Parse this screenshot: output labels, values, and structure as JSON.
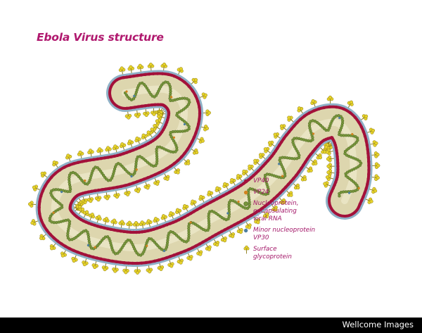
{
  "title": "Ebola Virus structure",
  "legend": [
    {
      "key": "vp40",
      "label": "VP40",
      "icon": "dot-icon",
      "color": "#a3113a"
    },
    {
      "key": "vp24",
      "label": "VP24",
      "icon": "dot-icon",
      "color": "#d2821e"
    },
    {
      "key": "np",
      "label": "Nucleoprotein,\nencapsulating\nviral RNA",
      "icon": "coil-icon",
      "color": "#78963c"
    },
    {
      "key": "minor",
      "label": "Minor nucleoprotein\nVP30",
      "icon": "dot-icon",
      "color": "#4d7fa0"
    },
    {
      "key": "gp",
      "label": "Surface\nglycoprotein",
      "icon": "glycoprotein-icon",
      "color": "#e6d22a"
    }
  ],
  "credit": "Wellcome Images",
  "colors": {
    "title": "#b0186e",
    "legend_text": "#a31668",
    "body_fill": "#ddd6ae",
    "envelope": "#8fb1c7",
    "matrix": "#a3113a",
    "coil": "#78963c",
    "coil_dark": "#4f6a22",
    "glyco": "#e6d22a",
    "glyco_stroke": "#8a7a14",
    "footer_bg": "#000000",
    "footer_text": "#ffffff"
  }
}
